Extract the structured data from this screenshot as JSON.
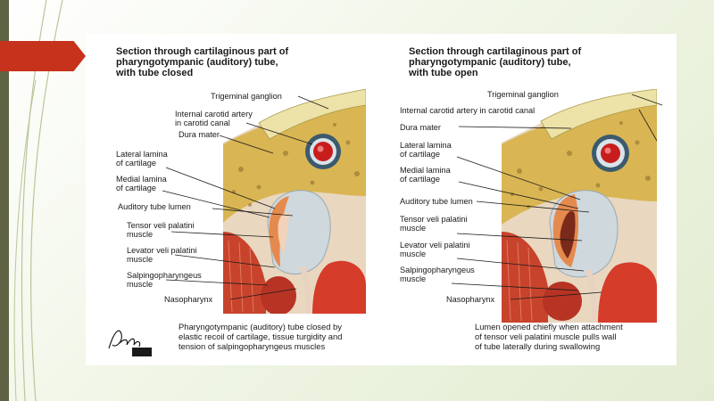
{
  "left_panel": {
    "title": "Section through cartilaginous part of\npharyngotympanic (auditory) tube,\nwith tube closed",
    "labels": {
      "trigeminal": "Trigeminal ganglion",
      "carotid": "Internal carotid artery\nin carotid canal",
      "dura": "Dura mater",
      "lateral": "Lateral lamina\nof cartilage",
      "medial": "Medial lamina\nof cartilage",
      "lumen": "Auditory tube lumen",
      "tensor": "Tensor veli palatini\nmuscle",
      "levator": "Levator veli palatini\nmuscle",
      "salpingo": "Salpingopharyngeus\nmuscle",
      "naso": "Nasopharynx"
    },
    "caption": "Pharyngotympanic (auditory) tube closed by\nelastic recoil of cartilage, tissue turgidity and\ntension of salpingopharyngeus muscles"
  },
  "right_panel": {
    "title": "Section through cartilaginous part of\npharyngotympanic (auditory) tube,\nwith tube open",
    "labels": {
      "trigeminal": "Trigeminal ganglion",
      "carotid": "Internal carotid artery in carotid canal",
      "dura": "Dura mater",
      "lateral": "Lateral lamina\nof cartilage",
      "medial": "Medial lamina\nof cartilage",
      "lumen": "Auditory tube lumen",
      "tensor": "Tensor veli palatini\nmuscle",
      "levator": "Levator veli palatini\nmuscle",
      "salpingo": "Salpingopharyngeus\nmuscle",
      "naso": "Nasopharynx"
    },
    "caption": "Lumen opened chiefly when attachment\nof tensor veli palatini muscle pulls wall\nof tube laterally during swallowing"
  },
  "signature": "F. Netter",
  "publisher_logo": "ICON",
  "colors": {
    "slide_accent": "#c6321b",
    "left_strip": "#5f6344",
    "bone": "#d9b653",
    "ganglion": "#ede3a8",
    "cartilage": "#cfd8dc",
    "muscle": "#c8432c",
    "artery": "#c81d1d"
  }
}
